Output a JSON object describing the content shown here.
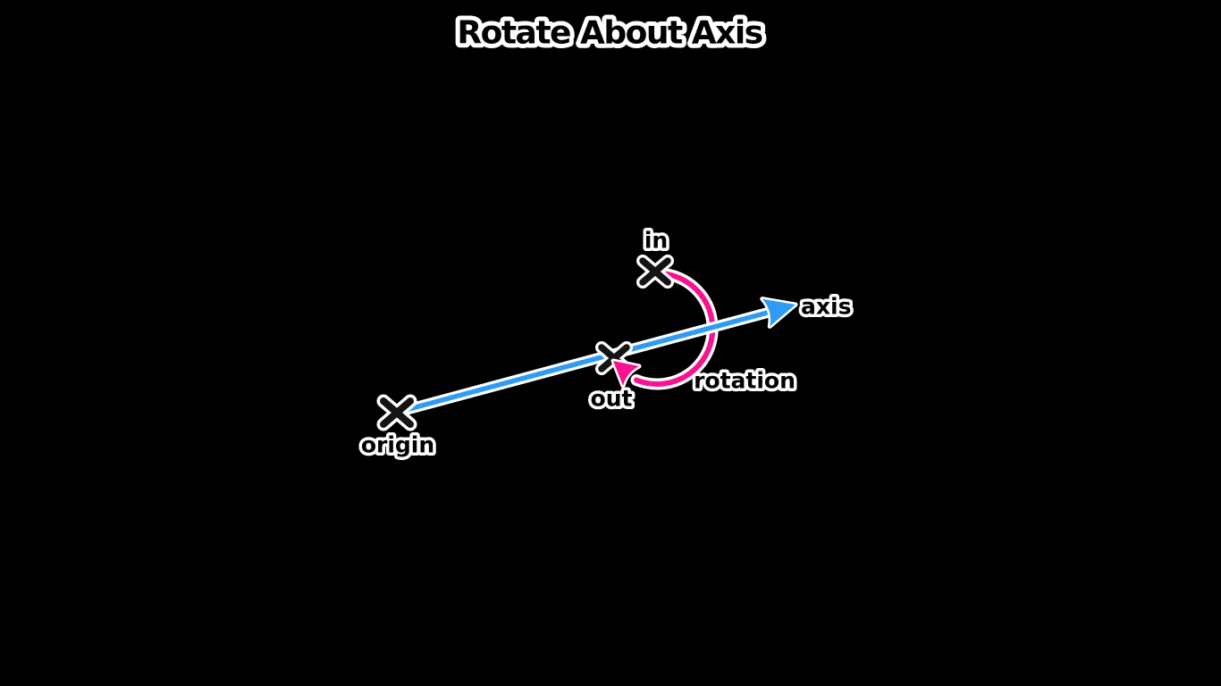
{
  "title": "Rotate About Axis",
  "figure": {
    "axis_label": "axis",
    "rotation_label": "rotation",
    "in_label": "in",
    "out_label": "out",
    "origin_label": "origin"
  },
  "icons": {
    "axis_arrowhead": "arrow-right-up",
    "rotation_arrowhead": "arrow-curved",
    "markers": "x-cross"
  },
  "colors": {
    "background": "#000000",
    "axis_blue": "#2E9BF5",
    "rotation_pink": "#F8128F",
    "marker_black": "#141414",
    "outline_white": "#FFFFFF",
    "text_fill": "#000000"
  }
}
